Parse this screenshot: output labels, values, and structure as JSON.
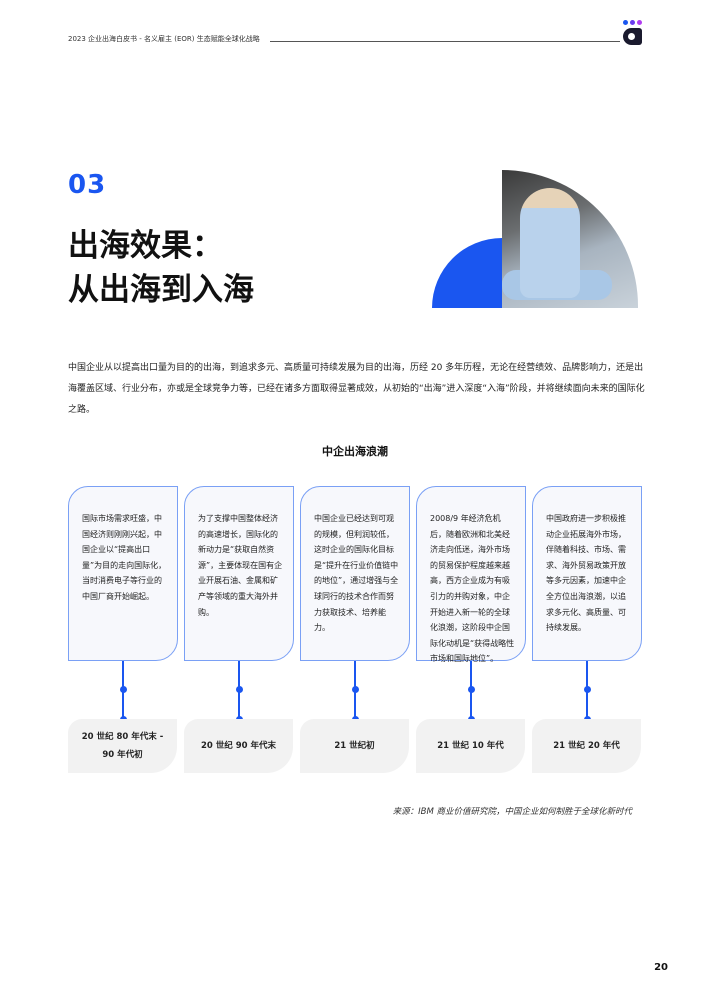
{
  "header": {
    "title": "2023 企业出海白皮书 - 名义雇主 (EOR) 生态赋能全球化战略"
  },
  "brand": {
    "accent": "#1a56f0",
    "logo_dots": [
      "#1a56f0",
      "#6a3cf0",
      "#b03cf0"
    ]
  },
  "section": {
    "number": "03",
    "title_line1": "出海效果：",
    "title_line2": "从出海到入海"
  },
  "intro": "中国企业从以提高出口量为目的的出海，到追求多元、高质量可持续发展为目的出海，历经 20 多年历程，无论在经营绩效、品牌影响力，还是出海覆盖区域、行业分布，亦或是全球竞争力等，已经在诸多方面取得显著成效，从初始的“出海”进入深度“入海”阶段，并将继续面向未来的国际化之路。",
  "timeline": {
    "title": "中企出海浪潮",
    "items": [
      {
        "text": "国际市场需求旺盛，中国经济则刚刚兴起，中国企业以“提高出口量”为目的走向国际化，当时消费电子等行业的中国厂商开始崛起。",
        "era": "20 世纪 80 年代末 - 90 年代初"
      },
      {
        "text": "为了支撑中国整体经济的高速增长，国际化的新动力是“获取自然资源”，主要体现在国有企业开展石油、金属和矿产等领域的重大海外并购。",
        "era": "20 世纪 90 年代末"
      },
      {
        "text": "中国企业已经达到可观的规模，但利润较低，这时企业的国际化目标是“提升在行业价值链中的地位”，通过增强与全球同行的技术合作而努力获取技术、培养能力。",
        "era": "21 世纪初"
      },
      {
        "text": "2008/9 年经济危机后，随着欧洲和北美经济走向低迷，海外市场的贸易保护程度越来越高，西方企业成为有吸引力的并购对象，中企开始进入新一轮的全球化浪潮，这阶段中企国际化动机是“获得战略性市场和国际地位”。",
        "era": "21 世纪 10 年代"
      },
      {
        "text": "中国政府进一步积极推动企业拓展海外市场，伴随着科技、市场、需求、海外贸易政策开放等多元因素，加速中企全方位出海浪潮，以追求多元化、高质量、可持续发展。",
        "era": "21 世纪 20 年代"
      }
    ]
  },
  "source": "来源：IBM 商业价值研究院，中国企业如何制胜于全球化新时代",
  "page_number": "20"
}
